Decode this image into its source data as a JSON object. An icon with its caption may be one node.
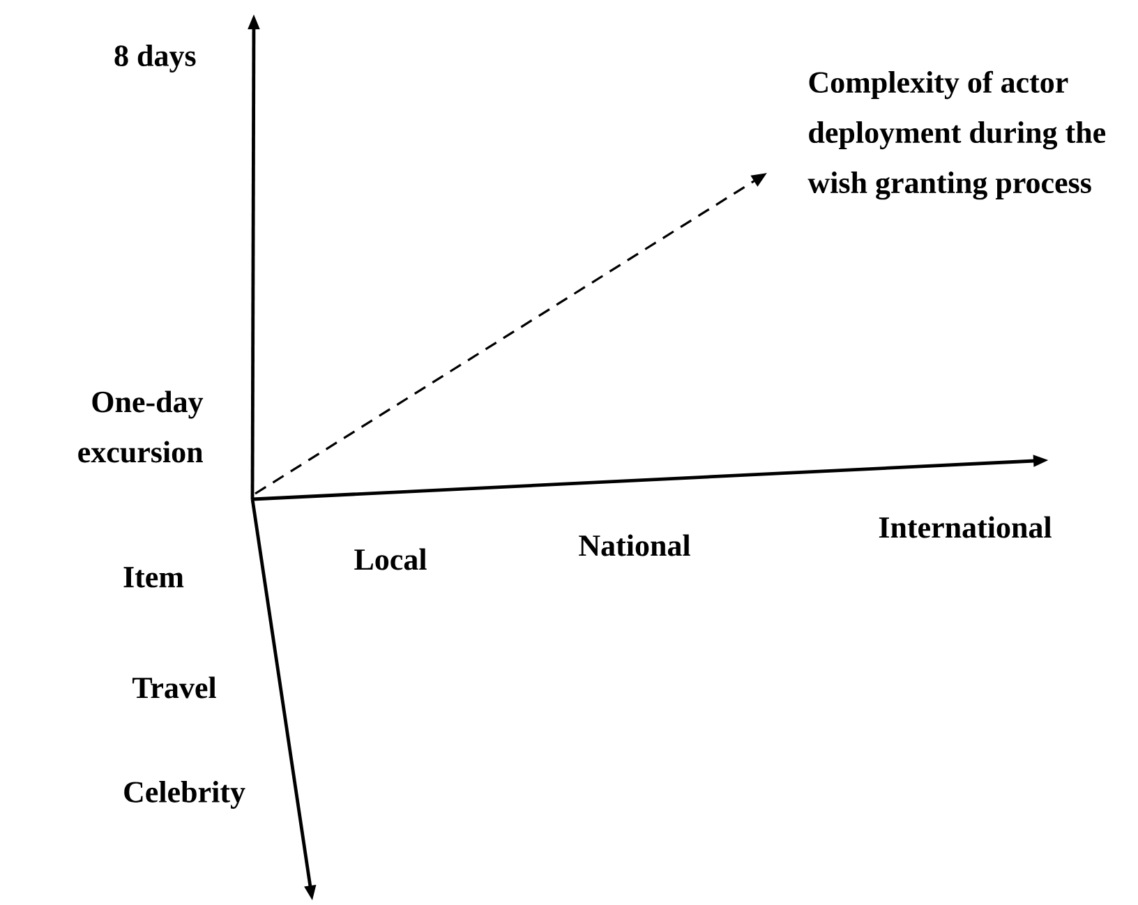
{
  "diagram": {
    "labels": [
      "8 days",
      "Complexity of actor deployment during the wish granting process",
      "One-day excursion",
      "International",
      "National",
      "Local",
      "Item",
      "Travel",
      "Celebrity"
    ]
  }
}
